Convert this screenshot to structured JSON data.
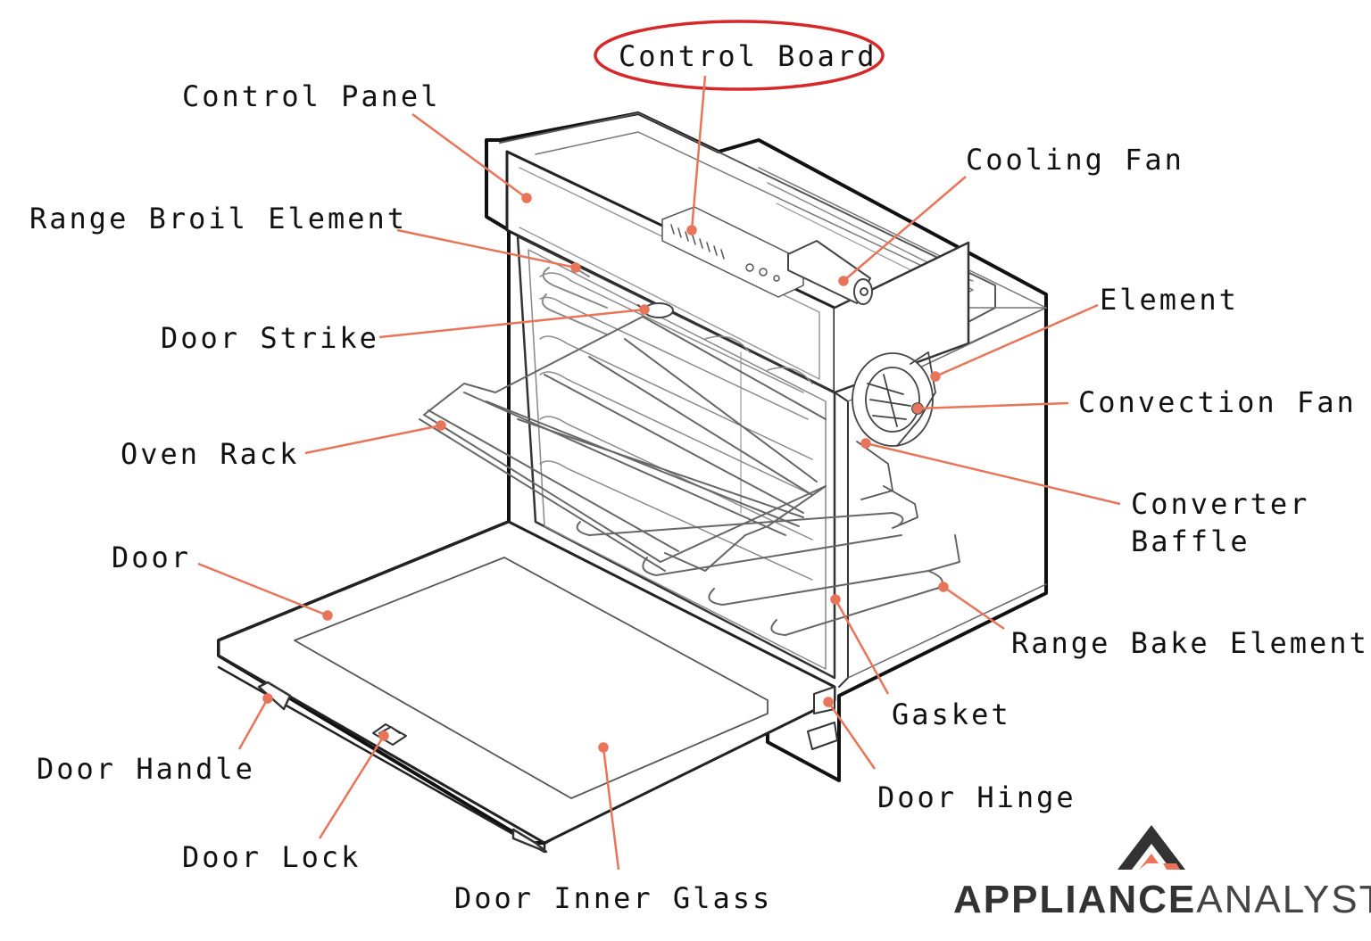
{
  "labels": {
    "control_board": "Control Board",
    "control_panel": "Control Panel",
    "cooling_fan": "Cooling Fan",
    "range_broil_element": "Range Broil Element",
    "element": "Element",
    "door_strike": "Door Strike",
    "convection_fan": "Convection Fan",
    "oven_rack": "Oven Rack",
    "converter_baffle_line1": "Converter",
    "converter_baffle_line2": "Baffle",
    "door": "Door",
    "range_bake_element": "Range Bake Element",
    "gasket": "Gasket",
    "door_handle": "Door Handle",
    "door_hinge": "Door Hinge",
    "door_lock": "Door Lock",
    "door_inner_glass": "Door Inner Glass"
  },
  "brand": {
    "part1": "APPLIANCE",
    "part2": "ANALYSTS"
  },
  "colors": {
    "leader_line": "#E8745A",
    "highlight_ellipse": "#D62828",
    "outline": "#111111",
    "detail": "#8a8a8a"
  },
  "icons": [
    "appliance-analysts-logo-icon"
  ]
}
